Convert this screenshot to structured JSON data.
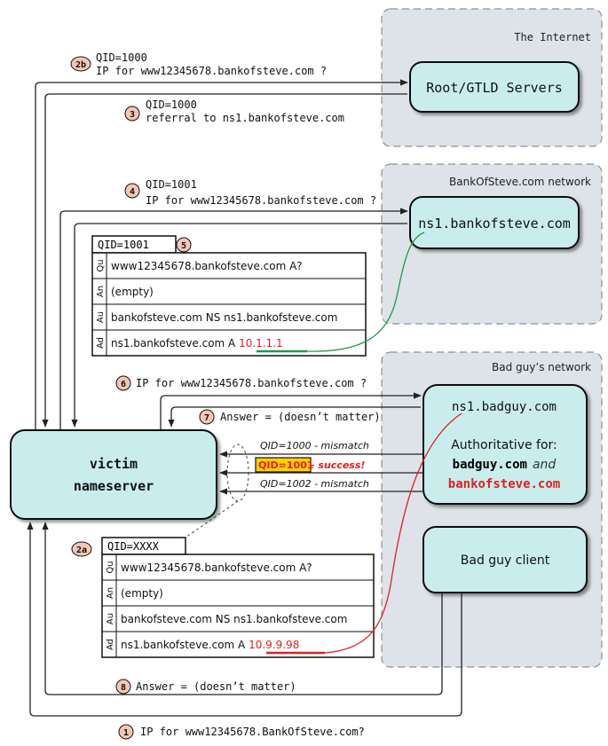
{
  "regions": {
    "internet": "The Internet",
    "bankofsteve": "BankOfSteve.com network",
    "badguy": "Bad guy’s network"
  },
  "nodes": {
    "root_gtld": "Root/GTLD Servers",
    "ns1_bankofsteve": "ns1.bankofsteve.com",
    "ns1_badguy": "ns1.badguy.com",
    "auth_label": "Authoritative for:",
    "auth_domain1": "badguy.com",
    "auth_and": "and",
    "auth_domain2": "bankofsteve.com",
    "victim_line1": "victim",
    "victim_line2": "nameserver",
    "badguy_client": "Bad guy client"
  },
  "steps": {
    "s1": {
      "num": "1",
      "text": "IP for www12345678.BankOfSteve.com?"
    },
    "s2a": {
      "num": "2a"
    },
    "s2b": {
      "num": "2b",
      "line1": "QID=1000",
      "line2": "IP for www12345678.bankofsteve.com ?"
    },
    "s3": {
      "num": "3",
      "line1": "QID=1000",
      "line2": "referral to ns1.bankofsteve.com"
    },
    "s4": {
      "num": "4",
      "line1": "QID=1001",
      "line2": "IP for www12345678.bankofsteve.com ?"
    },
    "s5": {
      "num": "5"
    },
    "s6": {
      "num": "6",
      "text": "IP for www12345678.bankofsteve.com ?"
    },
    "s7": {
      "num": "7",
      "text": "Answer = (doesn’t matter)"
    },
    "s8": {
      "num": "8",
      "text": "Answer = (doesn’t matter)"
    }
  },
  "packet_good": {
    "qid": "QID=1001",
    "rows": [
      {
        "tag": "Qu",
        "text": "www12345678.bankofsteve.com A?"
      },
      {
        "tag": "An",
        "text": "(empty)"
      },
      {
        "tag": "Au",
        "text": "bankofsteve.com NS ns1.bankofsteve.com"
      },
      {
        "tag": "Ad",
        "text": "ns1.bankofsteve.com A ",
        "highlight": "10.1.1.1"
      }
    ]
  },
  "packet_bad": {
    "qid": "QID=XXXX",
    "rows": [
      {
        "tag": "Qu",
        "text": "www12345678.bankofsteve.com A?"
      },
      {
        "tag": "An",
        "text": "(empty)"
      },
      {
        "tag": "Au",
        "text": "bankofsteve.com NS ns1.bankofsteve.com"
      },
      {
        "tag": "Ad",
        "text": "ns1.bankofsteve.com A ",
        "highlight": "10.9.9.98"
      }
    ]
  },
  "spoofs": {
    "r1": "QID=1000 - mismatch",
    "r2_qid": "QID=1001",
    "r2_text": " - success!",
    "r3": "QID=1002 - mismatch"
  },
  "colors": {
    "region_fill": "#dde3e8",
    "node_fill": "#c9eded",
    "good_line": "#1f9a4a",
    "bad_line": "#e02020",
    "success_fill": "#ffd200",
    "badge_fill": "#f6c6b3"
  }
}
